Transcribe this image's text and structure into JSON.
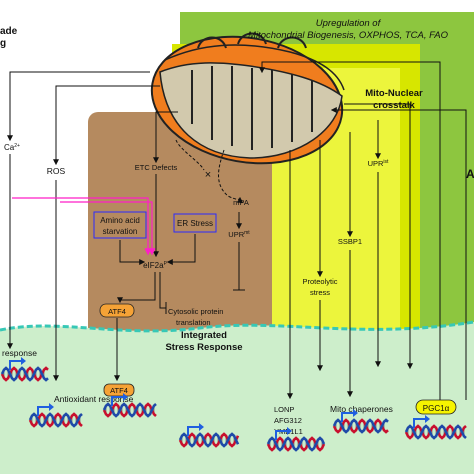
{
  "regions": {
    "left_panel_title_line1": "ade",
    "left_panel_title_line2": "g",
    "top_right_header_line1": "Upregulation of",
    "top_right_header_line2": "Mitochondrial Biogenesis, OXPHOS, TCA, FAO",
    "mito_nuclear_crosstalk_line1": "Mito-Nuclear",
    "mito_nuclear_crosstalk_line2": "crosstalk",
    "isr_title_line1": "Integrated",
    "isr_title_line2": "Stress Response",
    "right_edge_letter": "A"
  },
  "nodes": {
    "ca": "Ca",
    "ca_sup": "2+",
    "ros": "ROS",
    "etc_defects": "ETC Defects",
    "amino_acid_line1": "Amino acid",
    "amino_acid_line2": "starvation",
    "er_stress": "ER Stress",
    "mpa": "mPA",
    "upr_mt_base": "UPR",
    "upr_mt_sup": "mt",
    "upr_ist_base": "UPR",
    "upr_ist_sup": "ist",
    "eif2a_base": "eIF2a",
    "eif2a_sup": "P",
    "atf4_top": "ATF4",
    "cytosolic_line1": "Cytosolic protein",
    "cytosolic_line2": "translation",
    "ssbp1": "SSBP1",
    "proteolytic_line1": "Proteolytic",
    "proteolytic_line2": "stress",
    "mark_x": "×"
  },
  "nucleus": {
    "response_left": "response",
    "antioxidant": "Antioxidant response",
    "atf4_nuclear": "ATF4",
    "lonp": "LONP",
    "afg312": "AFG312",
    "yme1l1": "YME1L1",
    "mito_chaperones": "Mito chaperones",
    "pgc1a": "PGC1α"
  },
  "colors": {
    "green_right": "#8dc63f",
    "yellow_green": "#d7e600",
    "yellow_inner": "#ecf53c",
    "isr_brown": "#b58a5f",
    "nucleus_green": "#cdeecb",
    "membrane_teal": "#37c8b6",
    "mito_orange": "#f07d1e",
    "mito_inner": "#d2c9ad",
    "atf4_fill": "#f5a236",
    "pgc1a_fill": "#f6f400",
    "magenta": "#ff1fc8",
    "dna_red": "#c8102e",
    "dna_blue": "#1f4aa8",
    "promoter_blue": "#1f5fe0"
  }
}
